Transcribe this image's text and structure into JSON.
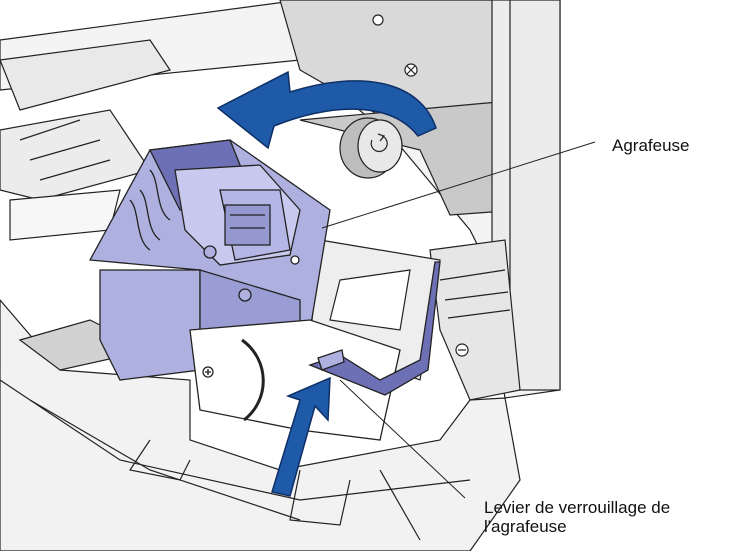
{
  "callouts": {
    "stapler": "Agrafeuse",
    "lock_lever_line1": "Levier de verrouillage de",
    "lock_lever_line2": "l'agrafeuse"
  },
  "colors": {
    "arrow": "#1f5aa8",
    "stapler_body": "#aeb1e0",
    "stapler_dark": "#6d70b4",
    "machine_gray": "#d8d8d8",
    "machine_dark": "#9a9a9a",
    "outline": "#222222"
  },
  "icons": [
    "rotate-arrow-icon",
    "push-up-arrow-icon",
    "screw-icon"
  ]
}
